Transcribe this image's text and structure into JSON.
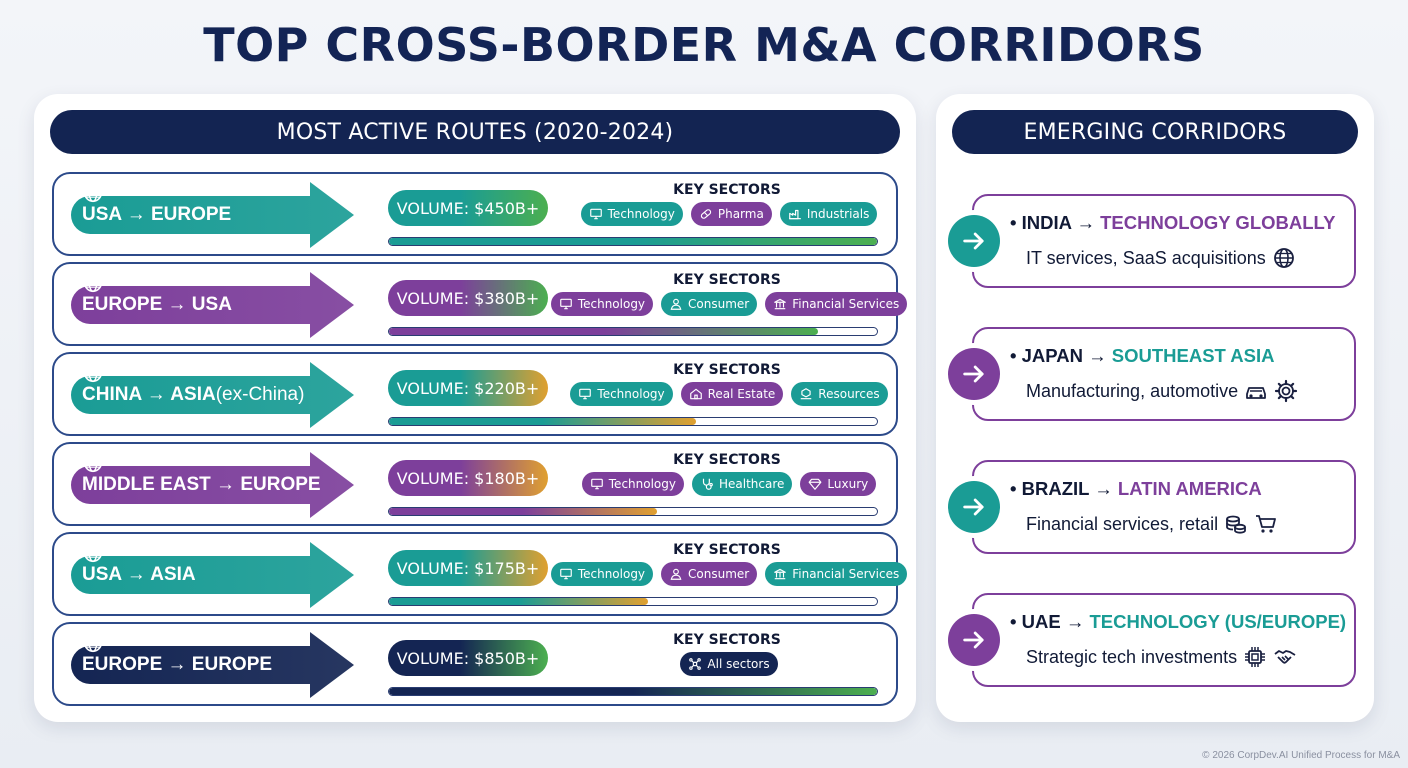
{
  "title": "TOP CROSS-BORDER M&A CORRIDORS",
  "left_panel": {
    "header": "MOST ACTIVE ROUTES (2020-2024)",
    "key_sectors_label": "KEY SECTORS",
    "routes": [
      {
        "label": "USA → EUROPE",
        "label_suffix": "",
        "arrow_color": "teal",
        "volume": "VOLUME: $450B+",
        "progress": 1.0,
        "sectors": [
          {
            "name": "Technology",
            "color": "teal",
            "icon": "monitor-icon"
          },
          {
            "name": "Pharma",
            "color": "purple",
            "icon": "pill-icon"
          },
          {
            "name": "Industrials",
            "color": "teal",
            "icon": "factory-icon"
          }
        ]
      },
      {
        "label": "EUROPE → USA",
        "label_suffix": "",
        "arrow_color": "purple",
        "volume": "VOLUME: $380B+",
        "progress": 0.88,
        "sectors": [
          {
            "name": "Technology",
            "color": "purple",
            "icon": "monitor-icon"
          },
          {
            "name": "Consumer",
            "color": "teal",
            "icon": "person-icon"
          },
          {
            "name": "Financial Services",
            "color": "purple",
            "icon": "bank-icon"
          }
        ]
      },
      {
        "label": "CHINA → ASIA",
        "label_suffix": " (ex-China)",
        "arrow_color": "teal",
        "volume": "VOLUME: $220B+",
        "progress": 0.63,
        "sectors": [
          {
            "name": "Technology",
            "color": "teal",
            "icon": "monitor-icon"
          },
          {
            "name": "Real Estate",
            "color": "purple",
            "icon": "house-icon"
          },
          {
            "name": "Resources",
            "color": "teal",
            "icon": "resources-icon"
          }
        ]
      },
      {
        "label": "MIDDLE EAST → EUROPE",
        "label_suffix": "",
        "arrow_color": "purple",
        "volume": "VOLUME: $180B+",
        "progress": 0.55,
        "sectors": [
          {
            "name": "Technology",
            "color": "purple",
            "icon": "monitor-icon"
          },
          {
            "name": "Healthcare",
            "color": "teal",
            "icon": "stethoscope-icon"
          },
          {
            "name": "Luxury",
            "color": "purple",
            "icon": "diamond-icon"
          }
        ]
      },
      {
        "label": "USA → ASIA",
        "label_suffix": "",
        "arrow_color": "teal",
        "volume": "VOLUME: $175B+",
        "progress": 0.53,
        "sectors": [
          {
            "name": "Technology",
            "color": "teal",
            "icon": "monitor-icon"
          },
          {
            "name": "Consumer",
            "color": "purple",
            "icon": "person-icon"
          },
          {
            "name": "Financial Services",
            "color": "teal",
            "icon": "bank-icon"
          }
        ]
      },
      {
        "label": "EUROPE → EUROPE",
        "label_suffix": "",
        "arrow_color": "navy",
        "volume": "VOLUME: $850B+",
        "progress": 1.0,
        "sectors": [
          {
            "name": "All sectors",
            "color": "navy",
            "icon": "network-icon"
          }
        ]
      }
    ]
  },
  "right_panel": {
    "header": "EMERGING CORRIDORS",
    "corridors": [
      {
        "origin": "INDIA →",
        "destination": "TECHNOLOGY GLOBALLY",
        "dest_color": "purple",
        "circle_color": "teal",
        "description": "IT services, SaaS acquisitions",
        "icons": [
          "globe-icon"
        ]
      },
      {
        "origin": "JAPAN →",
        "destination": "SOUTHEAST ASIA",
        "dest_color": "teal",
        "circle_color": "purple",
        "description": "Manufacturing, automotive",
        "icons": [
          "car-icon",
          "gear-icon"
        ]
      },
      {
        "origin": "BRAZIL →",
        "destination": "LATIN AMERICA",
        "dest_color": "purple",
        "circle_color": "teal",
        "description": "Financial services, retail",
        "icons": [
          "coins-icon",
          "cart-icon"
        ]
      },
      {
        "origin": "UAE →",
        "destination": "TECHNOLOGY (US/EUROPE)",
        "dest_color": "teal",
        "circle_color": "purple",
        "description": "Strategic tech investments",
        "icons": [
          "chip-icon",
          "handshake-icon"
        ]
      }
    ]
  },
  "footer": "© 2026 CorpDev.AI Unified Process for M&A",
  "colors": {
    "teal": "#1a9c95",
    "purple": "#7d3f9b",
    "navy": "#142553",
    "green": "#4caf50",
    "orange": "#e0a030"
  }
}
